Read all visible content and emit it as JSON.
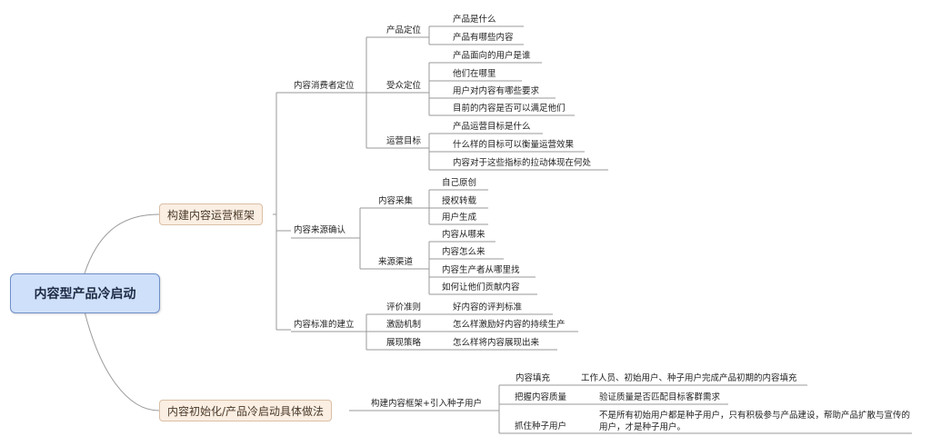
{
  "root": "内容型产品冷启动",
  "branch1": {
    "label": "构建内容运营框架",
    "g1": {
      "label": "内容消费者定位",
      "product": {
        "label": "产品定位",
        "items": [
          "产品是什么",
          "产品有哪些内容"
        ]
      },
      "audience": {
        "label": "受众定位",
        "items": [
          "产品面向的用户是谁",
          "他们在哪里",
          "用户对内容有哪些要求",
          "目前的内容是否可以满足他们"
        ]
      },
      "goal": {
        "label": "运营目标",
        "items": [
          "产品运营目标是什么",
          "什么样的目标可以衡量运营效果",
          "内容对于这些指标的拉动体现在何处"
        ]
      }
    },
    "g2": {
      "label": "内容来源确认",
      "collect": {
        "label": "内容采集",
        "items": [
          "自己原创",
          "授权转载",
          "用户生成"
        ]
      },
      "channel": {
        "label": "来源渠道",
        "items": [
          "内容从哪来",
          "内容怎么来",
          "内容生产者从哪里找",
          "如何让他们贡献内容"
        ]
      }
    },
    "g3": {
      "label": "内容标准的建立",
      "rows": [
        {
          "label": "评价准则",
          "detail": "好内容的评判标准"
        },
        {
          "label": "激励机制",
          "detail": "怎么样激励好内容的持续生产"
        },
        {
          "label": "展现策略",
          "detail": "怎么样将内容展现出来"
        }
      ]
    }
  },
  "branch2": {
    "label": "内容初始化/产品冷启动具体做法",
    "sub": "构建内容框架+引入种子用户",
    "rows": [
      {
        "label": "内容填充",
        "detail": "工作人员、初始用户、种子用户完成产品初期的内容填充"
      },
      {
        "label": "把握内容质量",
        "detail": "验证质量是否匹配目标客群需求"
      },
      {
        "label": "抓住种子用户",
        "detail": "不是所有初始用户都是种子用户，只有积极参与产品建设，帮助产品扩散与宣传的用户，才是种子用户。"
      }
    ]
  }
}
